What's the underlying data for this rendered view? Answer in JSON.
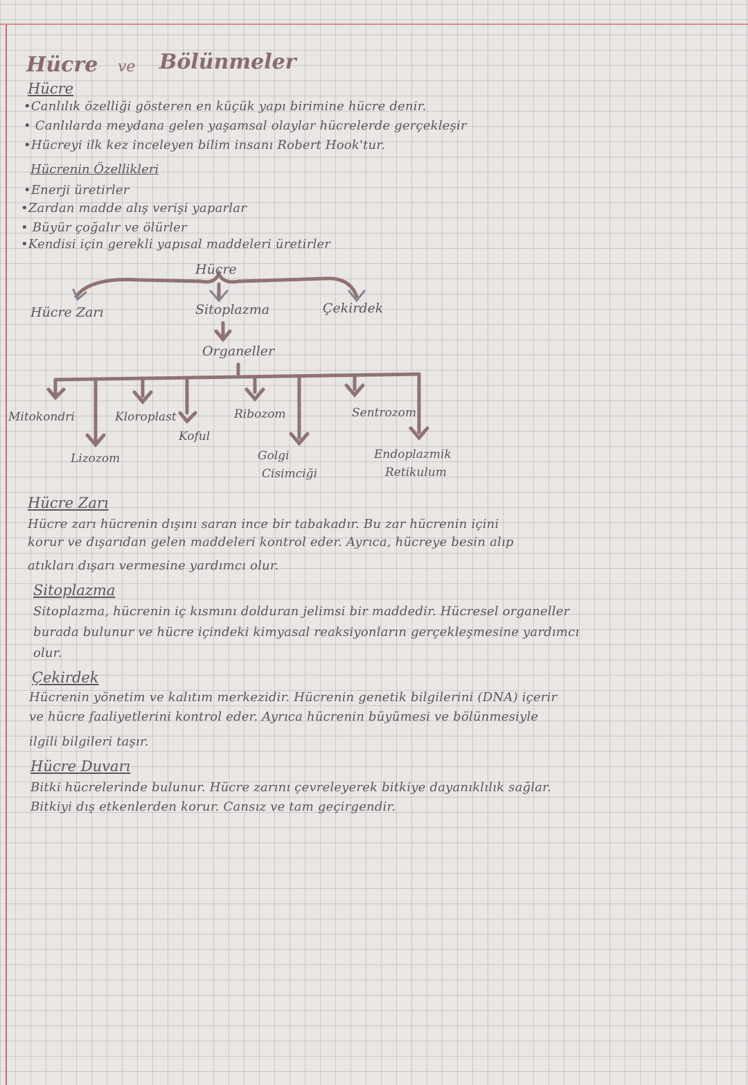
{
  "title": {
    "word1": "Hücre",
    "word2": "ve",
    "word3": "Bölünmeler"
  },
  "section_hucre": {
    "heading": "Hücre",
    "lines": [
      "•Canlılık özelliği gösteren en küçük yapı birimine hücre denir.",
      "• Canlılarda meydana gelen yaşamsal olaylar hücrelerde gerçekleşir",
      "•Hücreyi ilk kez inceleyen bilim insanı Robert Hook'tur."
    ]
  },
  "section_ozellikler": {
    "heading": "Hücrenin Özellikleri",
    "lines": [
      "•Enerji üretirler",
      "•Zardan madde alış verişi yaparlar",
      "• Büyür çoğalır ve ölürler",
      "•Kendisi için gerekli yapısal maddeleri üretirler"
    ]
  },
  "diagram": {
    "root": "Hücre",
    "level1": [
      "Hücre Zarı",
      "Sitoplazma",
      "Çekirdek"
    ],
    "organeller": "Organeller",
    "organelles": [
      "Mitokondri",
      "Lizozom",
      "Kloroplast",
      "Koful",
      "Ribozom",
      "Golgi",
      "Cisimciği",
      "Sentrozom",
      "Endoplazmik",
      "Retikulum"
    ]
  },
  "section_zar": {
    "heading": "Hücre Zarı",
    "lines": [
      "Hücre zarı hücrenin dışını saran ince bir tabakadır. Bu zar hücrenin içini",
      "korur ve dışarıdan gelen maddeleri kontrol eder. Ayrıca, hücreye besin alıp",
      "atıkları dışarı vermesine yardımcı olur."
    ]
  },
  "section_sitoplazma": {
    "heading": "Sitoplazma",
    "lines": [
      "Sitoplazma, hücrenin iç kısmını dolduran jelimsi bir maddedir. Hücresel organeller",
      "burada bulunur ve hücre içindeki kimyasal reaksiyonların gerçekleşmesine yardımcı",
      "olur."
    ]
  },
  "section_cekirdek": {
    "heading": "Çekirdek",
    "lines": [
      "Hücrenin yönetim ve kalıtım merkezidir. Hücrenin genetik bilgilerini (DNA) içerir",
      "ve hücre faaliyetlerini kontrol eder. Ayrıca hücrenin büyümesi ve bölünmesiyle",
      "ilgili bilgileri taşır."
    ]
  },
  "section_duvar": {
    "heading": "Hücre Duvarı",
    "lines": [
      "Bitki hücrelerinde bulunur. Hücre zarını çevreleyerek bitkiye dayanıklılık sağlar.",
      "Bitkiyi dış etkenlerden korur. Cansız ve tam geçirgendir."
    ]
  },
  "colors": {
    "ink": "#5b5460",
    "diagram_ink": "#8f7373",
    "margin": "#c86a6a",
    "paper": "#e9e6e3"
  }
}
